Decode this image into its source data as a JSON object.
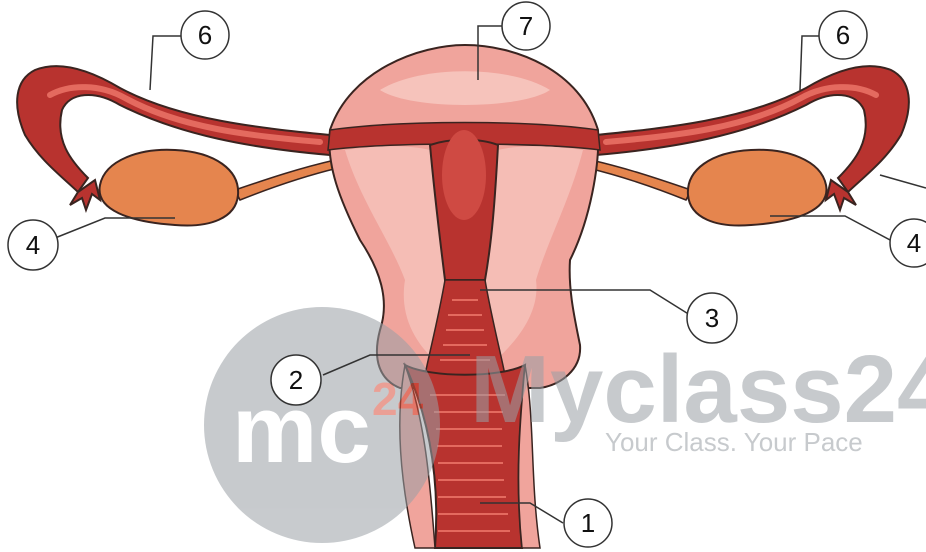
{
  "labels": {
    "l1": "1",
    "l2": "2",
    "l3": "3",
    "l4_left": "4",
    "l4_right": "4",
    "l6_left": "6",
    "l6_right": "6",
    "l7": "7"
  },
  "watermark": {
    "logo_text": "mc",
    "logo_superscript": "24",
    "brand": "Myclass24",
    "tagline": "Your Class. Your Pace"
  },
  "colors": {
    "dark_tissue": "#b8332f",
    "light_tissue": "#f0a49c",
    "pale_tissue": "#f6c3bb",
    "ovary": "#e5854e",
    "outline": "#3a2420",
    "watermark_grey": "#9aa0a6",
    "watermark_red": "#d9523f"
  }
}
